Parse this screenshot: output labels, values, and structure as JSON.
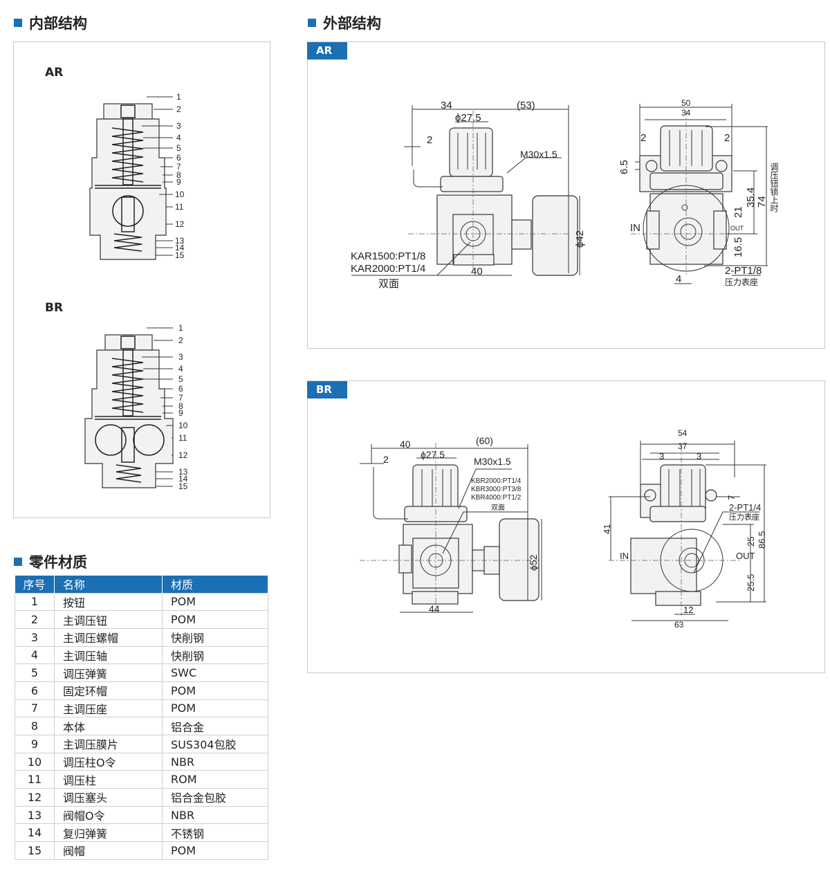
{
  "headings": {
    "internal": "内部结构",
    "external": "外部结构",
    "materials": "零件材质"
  },
  "internal": {
    "ar_label": "AR",
    "br_label": "BR",
    "callouts": [
      "1",
      "2",
      "3",
      "4",
      "5",
      "6",
      "7",
      "8",
      "9",
      "10",
      "11",
      "12",
      "13",
      "14",
      "15"
    ]
  },
  "external": {
    "ar": {
      "tab": "AR",
      "front": {
        "w_left": "34",
        "w_right": "(53)",
        "knob_dia": "ϕ27.5",
        "offset": "2",
        "thread": "M30x1.5",
        "port1": "KAR1500:PT1/8",
        "port2": "KAR2000:PT1/4",
        "both_sides": "双面",
        "base": "40",
        "gauge_dia": "ϕ42"
      },
      "side": {
        "w_total": "50",
        "w_inner": "34",
        "gap_l": "2",
        "gap_r": "2",
        "hole": "6.5",
        "h1": "35.4",
        "h2": "74",
        "h3": "21",
        "h4": "16.5",
        "in": "IN",
        "out": "OUT",
        "gauge_port": "2-PT1/8",
        "gauge_seat": "压力表座",
        "bottom": "4",
        "note": "调压钮锁上时"
      }
    },
    "br": {
      "tab": "BR",
      "front": {
        "w_left": "40",
        "w_right": "(60)",
        "knob_dia": "ϕ27.5",
        "offset": "2",
        "thread": "M30x1.5",
        "port1": "KBR2000:PT1/4",
        "port2": "KBR3000:PT3/8",
        "port3": "KBR4000:PT1/2",
        "both_sides": "双面",
        "base": "44",
        "gauge_dia": "ϕ52"
      },
      "side": {
        "w_total": "54",
        "w_inner": "37",
        "gap_l": "3",
        "gap_r": "3",
        "hole": "7",
        "gauge_port": "2-PT1/4",
        "gauge_seat": "压力表座",
        "h_left": "41",
        "h1": "25",
        "h2": "86.5",
        "h3": "25.5",
        "in": "IN",
        "out": "OUT",
        "port": "12",
        "w_body": "63"
      }
    }
  },
  "materials": {
    "headers": [
      "序号",
      "名称",
      "材质"
    ],
    "rows": [
      [
        "1",
        "按钮",
        "POM"
      ],
      [
        "2",
        "主调压钮",
        "POM"
      ],
      [
        "3",
        "主调压螺帽",
        "快削钢"
      ],
      [
        "4",
        "主调压轴",
        "快削钢"
      ],
      [
        "5",
        "调压弹簧",
        "SWC"
      ],
      [
        "6",
        "固定环帽",
        "POM"
      ],
      [
        "7",
        "主调压座",
        "POM"
      ],
      [
        "8",
        "本体",
        "铝合金"
      ],
      [
        "9",
        "主调压膜片",
        "SUS304包胶"
      ],
      [
        "10",
        "调压柱O令",
        "NBR"
      ],
      [
        "11",
        "调压柱",
        "ROM"
      ],
      [
        "12",
        "调压塞头",
        "铝合金包胶"
      ],
      [
        "13",
        "阀帽O令",
        "NBR"
      ],
      [
        "14",
        "复归弹簧",
        "不锈钢"
      ],
      [
        "15",
        "阀帽",
        "POM"
      ]
    ]
  },
  "colors": {
    "accent": "#1a6fb5"
  }
}
